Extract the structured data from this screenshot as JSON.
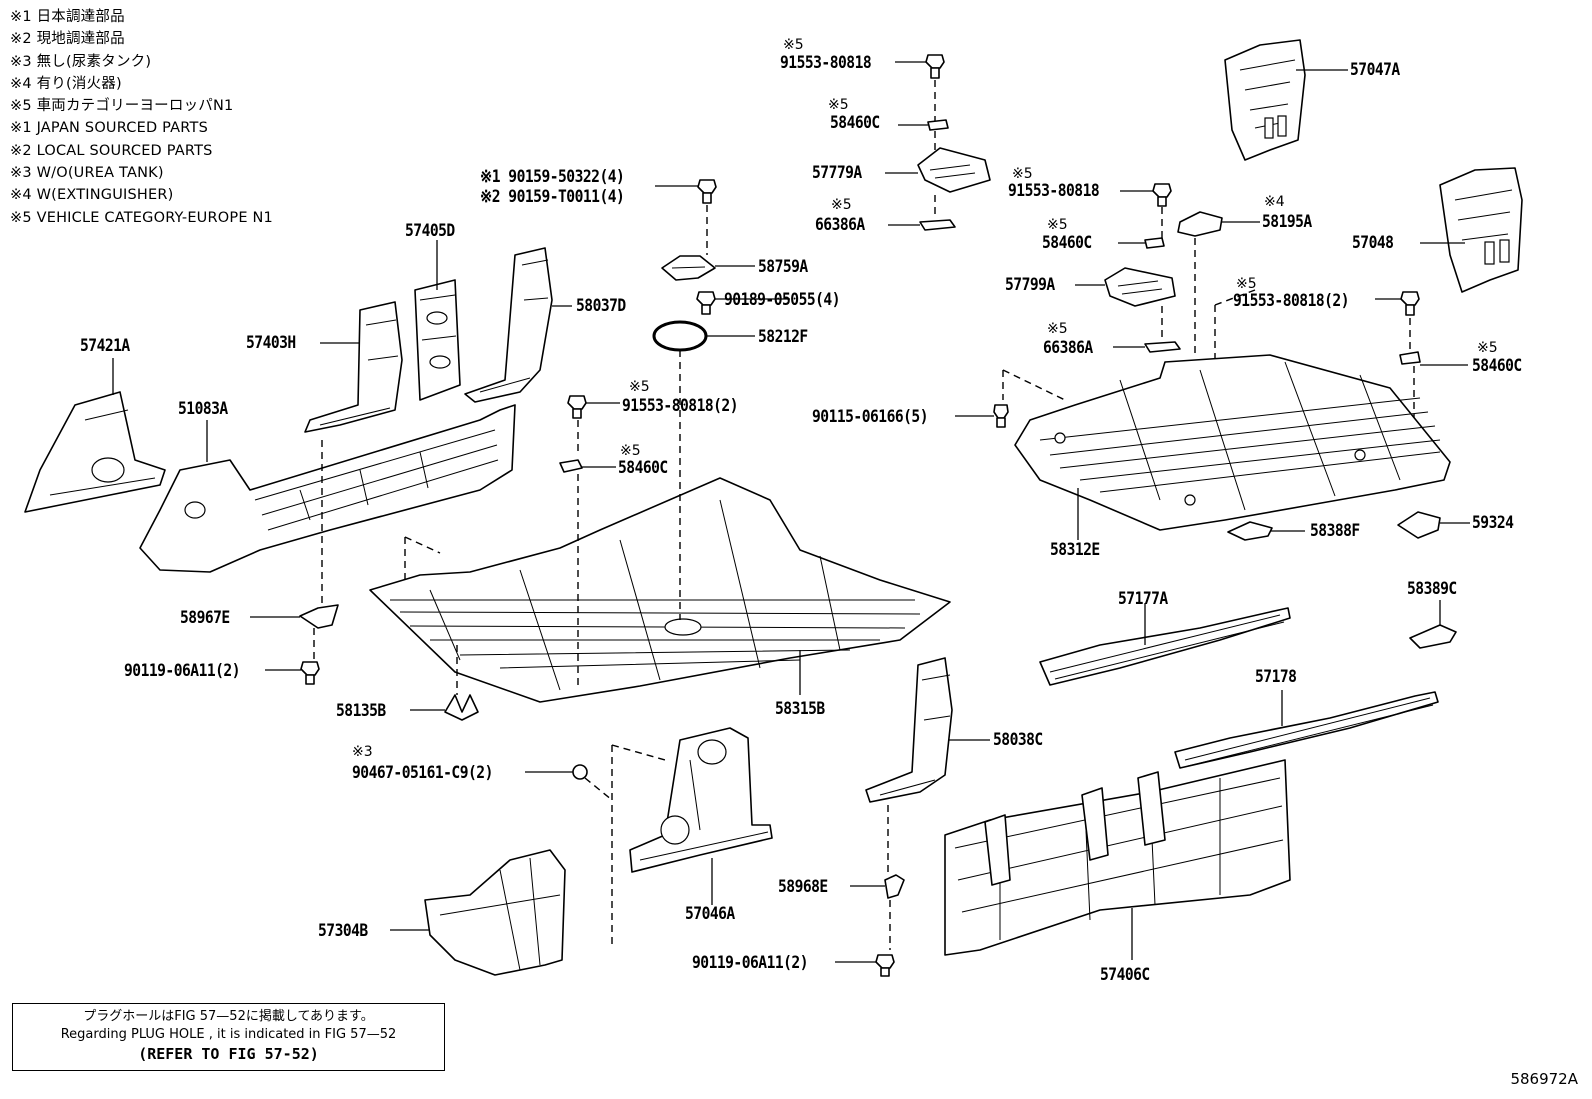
{
  "legend": [
    "※1 日本調達部品",
    "※2 現地調達部品",
    "※3 無し(尿素タンク)",
    "※4 有り(消火器)",
    "※5 車両カテゴリーヨーロッパN1",
    "※1 JAPAN SOURCED PARTS",
    "※2 LOCAL SOURCED PARTS",
    "※3 W/O(UREA TANK)",
    "※4 W(EXTINGUISHER)",
    "※5 VEHICLE CATEGORY-EUROPE N1"
  ],
  "notes": {
    "n5": "※5",
    "n4": "※4",
    "n3": "※3"
  },
  "parts": {
    "p57047A": "57047A",
    "p57048": "57048",
    "p91553_top": "91553-80818",
    "p58460C_top": "58460C",
    "p57779A": "57779A",
    "p66386A_top": "66386A",
    "p91553_mid": "91553-80818",
    "p58195A": "58195A",
    "p58460C_mid": "58460C",
    "p57799A": "57799A",
    "p66386A_mid": "66386A",
    "p91553_right": "91553-80818(2)",
    "p58460C_right": "58460C",
    "p90115": "90115-06166(5)",
    "p58312E": "58312E",
    "p58388F": "58388F",
    "p59324": "59324",
    "p57177A": "57177A",
    "p58389C": "58389C",
    "p57178": "57178",
    "p90159_1": "※1 90159-50322(4)",
    "p90159_2": "※2 90159-T0011(4)",
    "p58759A": "58759A",
    "p90189": "90189-05055(4)",
    "p58212F": "58212F",
    "p91553_center": "91553-80818(2)",
    "p58460C_center": "58460C",
    "p58315B": "58315B",
    "p57405D": "57405D",
    "p58037D": "58037D",
    "p57403H": "57403H",
    "p57421A": "57421A",
    "p51083A": "51083A",
    "p58967E": "58967E",
    "p90119_left": "90119-06A11(2)",
    "p58135B": "58135B",
    "p90467": "90467-05161-C9(2)",
    "p57046A": "57046A",
    "p57304B": "57304B",
    "p58038C": "58038C",
    "p58968E": "58968E",
    "p90119_right": "90119-06A11(2)",
    "p57406C": "57406C"
  },
  "notebox": {
    "jp": "プラグホールはFIG 57—52に掲載してあります。",
    "en": "Regarding  PLUG  HOLE , it is indicated in FIG  57—52",
    "ref": "(REFER TO FIG 57-52)"
  },
  "figure_code": "586972A"
}
